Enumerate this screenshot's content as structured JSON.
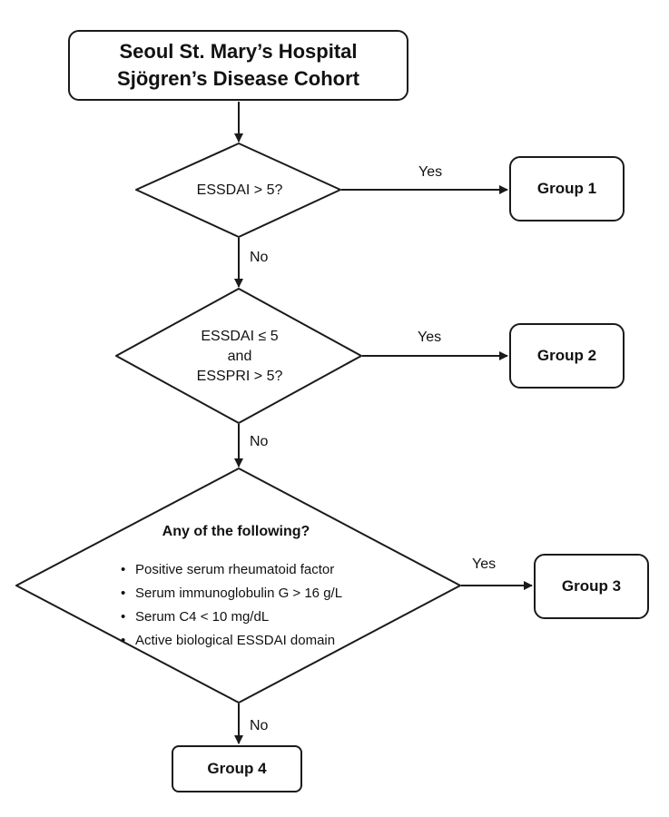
{
  "start": {
    "line1": "Seoul St. Mary’s Hospital",
    "line2": "Sjögren’s Disease Cohort"
  },
  "decision1": {
    "text": "ESSDAI > 5?",
    "yes_label": "Yes",
    "no_label": "No"
  },
  "decision2": {
    "line1": "ESSDAI ≤ 5",
    "line2": "and",
    "line3": "ESSPRI > 5?",
    "yes_label": "Yes",
    "no_label": "No"
  },
  "decision3": {
    "title": "Any of the following?",
    "items": [
      "Positive serum rheumatoid factor",
      "Serum immunoglobulin G > 16 g/L",
      "Serum C4 < 10 mg/dL",
      "Active biological ESSDAI domain"
    ],
    "yes_label": "Yes",
    "no_label": "No"
  },
  "groups": {
    "group1": "Group 1",
    "group2": "Group 2",
    "group3": "Group 3",
    "group4": "Group 4"
  },
  "colors": {
    "stroke": "#1a1a1a",
    "text": "#111111",
    "background": "#ffffff"
  }
}
